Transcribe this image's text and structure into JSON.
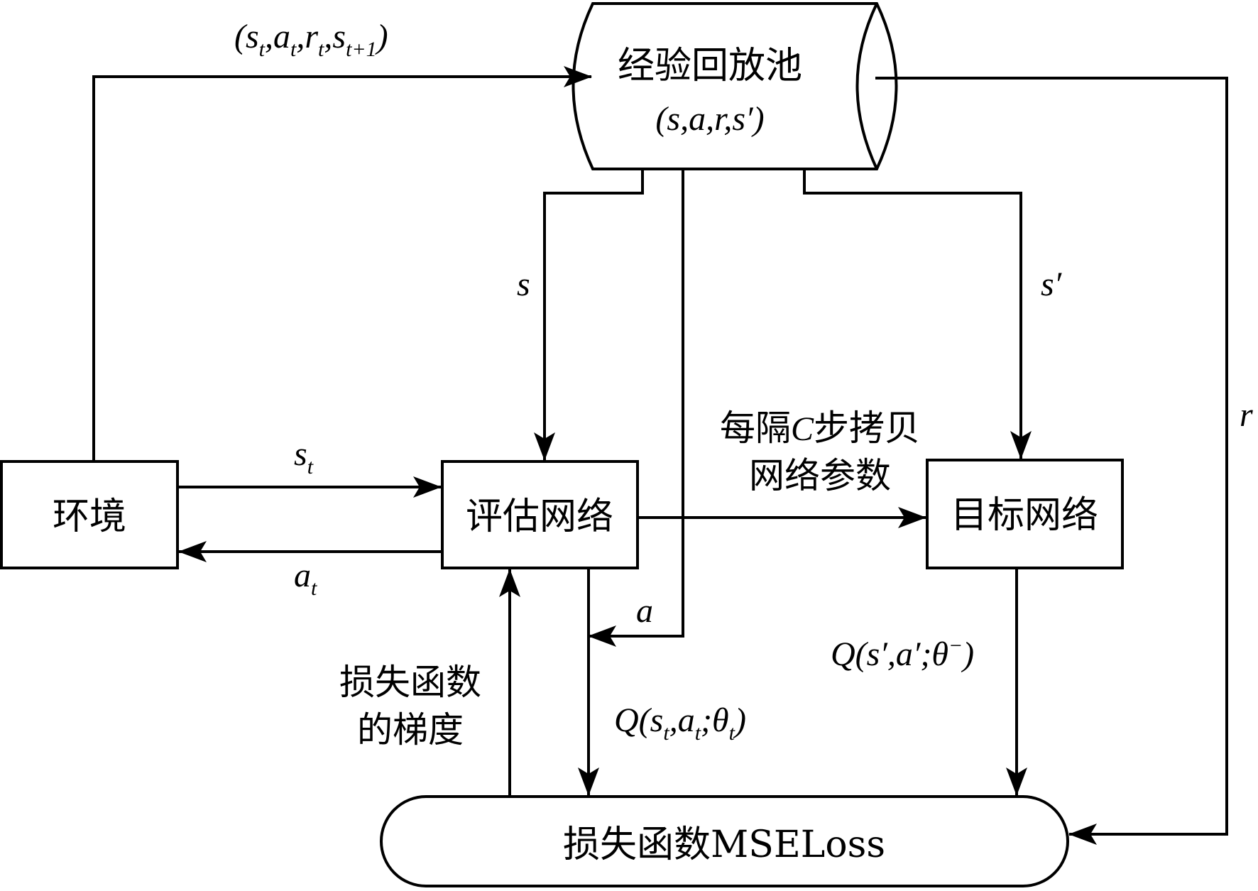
{
  "nodes": {
    "replay_pool": {
      "title": "经验回放池",
      "tuple": "(s,a,r,s′)"
    },
    "environment": {
      "label": "环境"
    },
    "eval_network": {
      "label": "评估网络"
    },
    "target_network": {
      "label": "目标网络"
    },
    "loss": {
      "label": "损失函数MSELoss"
    }
  },
  "edges": {
    "env_to_pool": "(s_t, a_t, r_t, s_t+1)",
    "pool_to_eval": "s",
    "pool_to_target": "s′",
    "pool_to_loss": "r",
    "env_to_eval": "s_t",
    "eval_to_env": "a_t",
    "pool_to_eval_action": "a",
    "eval_to_target": {
      "line1": "每隔C步拷贝",
      "line2": "网络参数"
    },
    "eval_to_loss": "Q(s_t,a_t;θ_t)",
    "target_to_loss": "Q(s′,a′;θ⁻)",
    "loss_to_eval": {
      "line1": "损失函数",
      "line2": "的梯度"
    }
  }
}
